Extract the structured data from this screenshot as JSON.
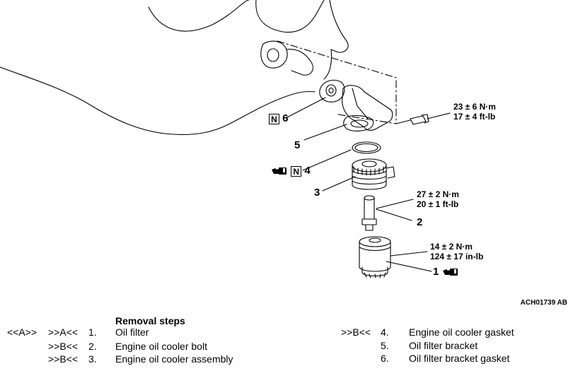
{
  "figure_id": "ACH01739 AB",
  "callouts": {
    "c1": "1",
    "c2": "2",
    "c3": "3",
    "c4": "4",
    "c5": "5",
    "c6": "6"
  },
  "badge_letter": "N",
  "torques": {
    "bracket_bolt": [
      "23 ± 6 N·m",
      "17 ± 4 ft-lb"
    ],
    "cooler_bolt": [
      "27 ± 2 N·m",
      "20 ± 1 ft-lb"
    ],
    "oil_filter": [
      "14 ± 2 N·m",
      "124 ± 17 in-lb"
    ]
  },
  "removal": {
    "heading": "Removal steps",
    "steps": [
      {
        "rem": "<<A>>",
        "inst": ">>A<<",
        "num": "1.",
        "text": "Oil filter"
      },
      {
        "rem": "",
        "inst": ">>B<<",
        "num": "2.",
        "text": "Engine oil cooler bolt"
      },
      {
        "rem": "",
        "inst": ">>B<<",
        "num": "3.",
        "text": "Engine oil cooler assembly"
      },
      {
        "rem": "",
        "inst": ">>B<<",
        "num": "4.",
        "text": "Engine oil cooler gasket"
      },
      {
        "rem": "",
        "inst": "",
        "num": "5.",
        "text": "Oil filter bracket"
      },
      {
        "rem": "",
        "inst": "",
        "num": "6.",
        "text": "Oil filter bracket gasket"
      }
    ]
  },
  "icons": [
    "engine-oil-can-icon",
    "non-reusable-part-icon"
  ]
}
